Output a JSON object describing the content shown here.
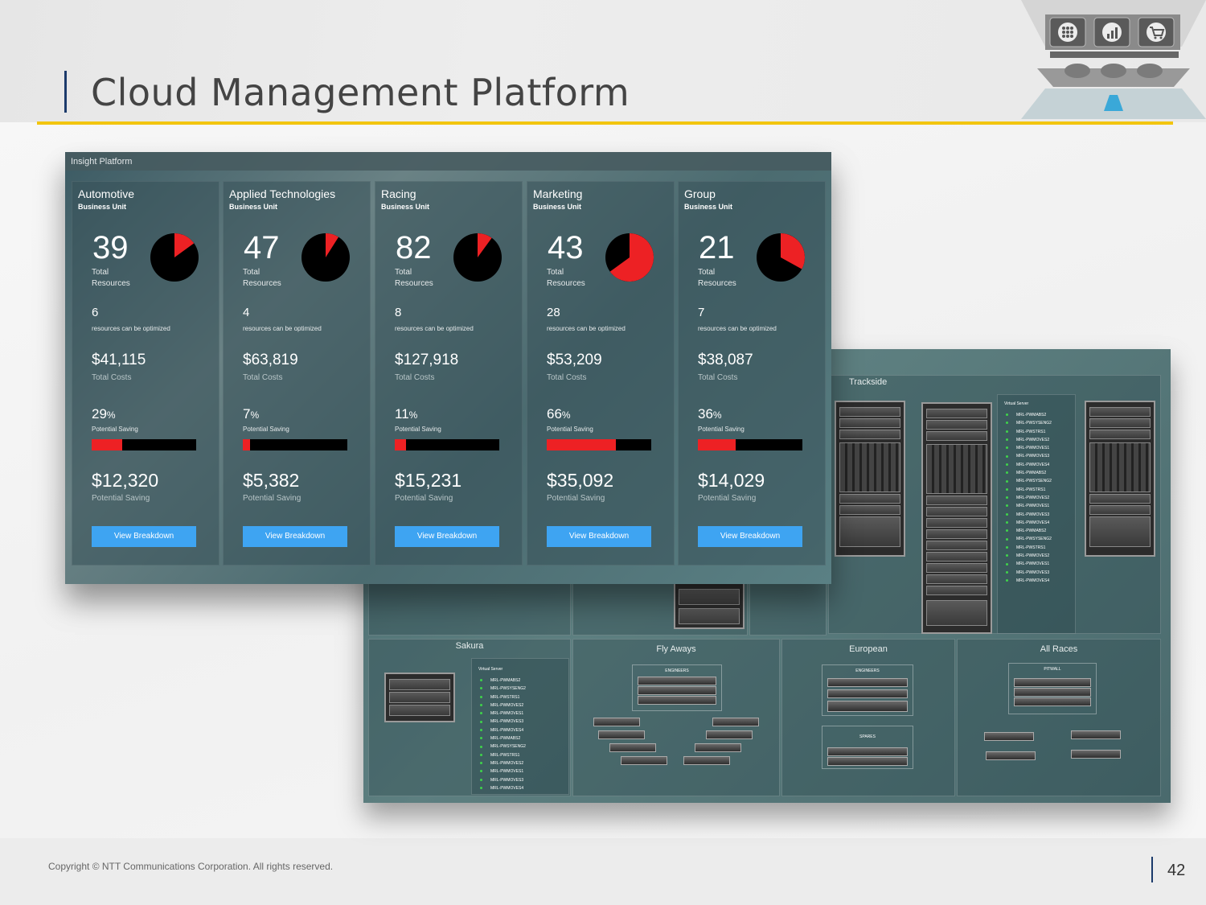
{
  "slide": {
    "title": "Cloud Management Platform",
    "copyright": "Copyright © NTT Communications Corporation. All rights reserved.",
    "page_number": "42"
  },
  "colors": {
    "accent_yellow": "#f2c50f",
    "title_navy": "#1b3a6b",
    "button_blue": "#3ea4f2",
    "alert_red": "#ed2124"
  },
  "logo_icons": [
    "grid-icon",
    "chart-icon",
    "cart-icon",
    "cloud-icon"
  ],
  "front_screen": {
    "header": "Insight Platform",
    "cards": [
      {
        "name": "Automotive",
        "sub": "Business Unit",
        "total": "39",
        "total_label_1": "Total",
        "total_label_2": "Resources",
        "pie_fraction": 0.15,
        "optimizable": "6",
        "optimizable_label": "resources can be optimized",
        "cost": "$41,115",
        "cost_label": "Total Costs",
        "pct": "29",
        "pct_unit": "%",
        "pct_label": "Potential Saving",
        "saving": "$12,320",
        "saving_label": "Potential Saving",
        "button": "View Breakdown"
      },
      {
        "name": "Applied Technologies",
        "sub": "Business Unit",
        "total": "47",
        "total_label_1": "Total",
        "total_label_2": "Resources",
        "pie_fraction": 0.09,
        "optimizable": "4",
        "optimizable_label": "resources can be optimized",
        "cost": "$63,819",
        "cost_label": "Total Costs",
        "pct": "7",
        "pct_unit": "%",
        "pct_label": "Potential Saving",
        "saving": "$5,382",
        "saving_label": "Potential Saving",
        "button": "View Breakdown"
      },
      {
        "name": "Racing",
        "sub": "Business Unit",
        "total": "82",
        "total_label_1": "Total",
        "total_label_2": "Resources",
        "pie_fraction": 0.1,
        "optimizable": "8",
        "optimizable_label": "resources can be optimized",
        "cost": "$127,918",
        "cost_label": "Total Costs",
        "pct": "11",
        "pct_unit": "%",
        "pct_label": "Potential Saving",
        "saving": "$15,231",
        "saving_label": "Potential Saving",
        "button": "View Breakdown"
      },
      {
        "name": "Marketing",
        "sub": "Business Unit",
        "total": "43",
        "total_label_1": "Total",
        "total_label_2": "Resources",
        "pie_fraction": 0.65,
        "optimizable": "28",
        "optimizable_label": "resources can be optimized",
        "cost": "$53,209",
        "cost_label": "Total Costs",
        "pct": "66",
        "pct_unit": "%",
        "pct_label": "Potential Saving",
        "saving": "$35,092",
        "saving_label": "Potential Saving",
        "button": "View Breakdown"
      },
      {
        "name": "Group",
        "sub": "Business Unit",
        "total": "21",
        "total_label_1": "Total",
        "total_label_2": "Resources",
        "pie_fraction": 0.33,
        "optimizable": "7",
        "optimizable_label": "resources can be optimized",
        "cost": "$38,087",
        "cost_label": "Total Costs",
        "pct": "36",
        "pct_unit": "%",
        "pct_label": "Potential Saving",
        "saving": "$14,029",
        "saving_label": "Potential Saving",
        "button": "View Breakdown"
      }
    ]
  },
  "back_screen": {
    "zones": {
      "trackside": "Trackside",
      "sakura": "Sakura",
      "fly_aways": "Fly Aways",
      "european": "European",
      "all_races": "All Races"
    },
    "trackside_virtual_title": "Virtual Server",
    "trackside_servers": [
      "MRL-PWMABS2",
      "MRL-PWSYSENG2",
      "MRL-PWSTRS1",
      "MRL-PWMOVES2",
      "MRL-PWMOVES1",
      "MRL-PWMOVES3",
      "MRL-PWMOVES4",
      "MRL-PWMABS2",
      "MRL-PWSYSENG2",
      "MRL-PWSTRS1",
      "MRL-PWMOVES2",
      "MRL-PWMOVES1",
      "MRL-PWMOVES3",
      "MRL-PWMOVES4",
      "MRL-PWMABS2",
      "MRL-PWSYSENG2",
      "MRL-PWSTRS1",
      "MRL-PWMOVES2",
      "MRL-PWMOVES1",
      "MRL-PWMOVES3",
      "MRL-PWMOVES4"
    ],
    "sakura_virtual_title": "Virtual Server",
    "sakura_servers": [
      "MRL-PWMABS2",
      "MRL-PWSYSENG2",
      "MRL-PWSTRS1",
      "MRL-PWMOVES2",
      "MRL-PWMOVES1",
      "MRL-PWMOVES3",
      "MRL-PWMOVES4",
      "MRL-PWMABS2",
      "MRL-PWSYSENG2",
      "MRL-PWSTRS1",
      "MRL-PWMOVES2",
      "MRL-PWMOVES1",
      "MRL-PWMOVES3",
      "MRL-PWMOVES4"
    ],
    "labels": {
      "engineers_fly": "ENGINEERS",
      "engineers_eu": "ENGINEERS",
      "spares": "SPARES",
      "pitwall": "PITWALL"
    }
  }
}
